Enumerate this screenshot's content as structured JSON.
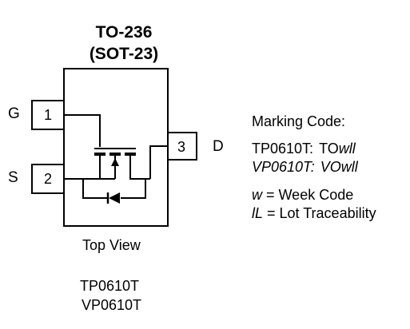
{
  "package": {
    "title_line1": "TO-236",
    "title_line2": "(SOT-23)",
    "view_caption": "Top View"
  },
  "pins": [
    {
      "number": "1",
      "name": "G"
    },
    {
      "number": "2",
      "name": "S"
    },
    {
      "number": "3",
      "name": "D"
    }
  ],
  "marking": {
    "heading": "Marking Code:",
    "line1_part": "TP0610T:",
    "line1_prefix": "TO",
    "line1_suffix": "wll",
    "line2_part": "VP0610T:",
    "line2_prefix": "VO",
    "line2_suffix": "wll",
    "legend1_sym": "w",
    "legend1_text": " = Week Code",
    "legend2_sym": "lL",
    "legend2_text": " = Lot Traceability"
  },
  "part_numbers": [
    "TP0610T",
    "VP0610T"
  ],
  "icons": {
    "mosfet_symbol": "p-channel-mosfet-icon",
    "diode_symbol": "body-diode-icon"
  }
}
